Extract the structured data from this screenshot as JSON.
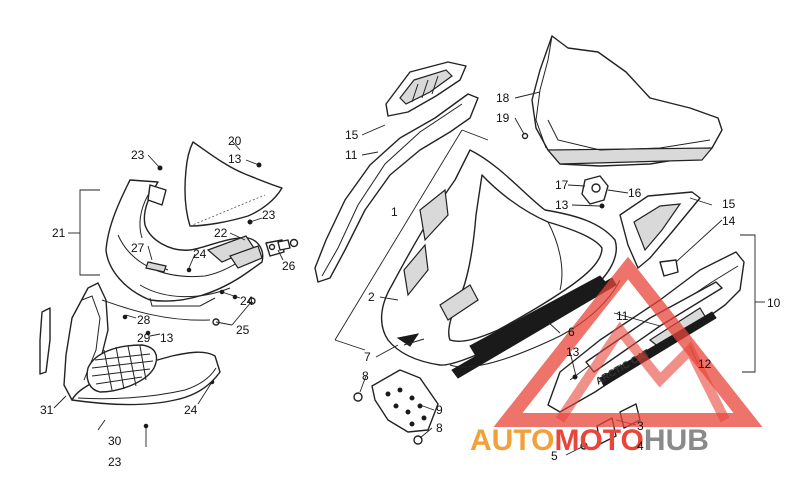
{
  "callouts": [
    {
      "id": "c1",
      "text": "1"
    },
    {
      "id": "c2",
      "text": "2"
    },
    {
      "id": "c3",
      "text": "3"
    },
    {
      "id": "c4",
      "text": "4"
    },
    {
      "id": "c5",
      "text": "5"
    },
    {
      "id": "c6",
      "text": "6"
    },
    {
      "id": "c7",
      "text": "7"
    },
    {
      "id": "c8a",
      "text": "8"
    },
    {
      "id": "c8b",
      "text": "8"
    },
    {
      "id": "c9",
      "text": "9"
    },
    {
      "id": "c10",
      "text": "10"
    },
    {
      "id": "c11a",
      "text": "11"
    },
    {
      "id": "c11b",
      "text": "11"
    },
    {
      "id": "c12",
      "text": "12"
    },
    {
      "id": "c13a",
      "text": "13"
    },
    {
      "id": "c13b",
      "text": "13"
    },
    {
      "id": "c13c",
      "text": "13"
    },
    {
      "id": "c13d",
      "text": "13"
    },
    {
      "id": "c14",
      "text": "14"
    },
    {
      "id": "c15a",
      "text": "15"
    },
    {
      "id": "c15b",
      "text": "15"
    },
    {
      "id": "c16",
      "text": "16"
    },
    {
      "id": "c17",
      "text": "17"
    },
    {
      "id": "c18",
      "text": "18"
    },
    {
      "id": "c19",
      "text": "19"
    },
    {
      "id": "c20",
      "text": "20"
    },
    {
      "id": "c21",
      "text": "21"
    },
    {
      "id": "c22",
      "text": "22"
    },
    {
      "id": "c23a",
      "text": "23"
    },
    {
      "id": "c23b",
      "text": "23"
    },
    {
      "id": "c23c",
      "text": "23"
    },
    {
      "id": "c24a",
      "text": "24"
    },
    {
      "id": "c24b",
      "text": "24"
    },
    {
      "id": "c24c",
      "text": "24"
    },
    {
      "id": "c25",
      "text": "25"
    },
    {
      "id": "c26",
      "text": "26"
    },
    {
      "id": "c27",
      "text": "27"
    },
    {
      "id": "c28",
      "text": "28"
    },
    {
      "id": "c29",
      "text": "29"
    },
    {
      "id": "c30",
      "text": "30"
    },
    {
      "id": "c31",
      "text": "31"
    }
  ],
  "decal_text": "ARCTIC CAT",
  "watermark": {
    "part1": "AUTO",
    "part2": "MOTO",
    "part3": "HUB",
    "color_orange": "#f2a13a",
    "color_red": "#e8463a",
    "color_gray": "#8a8a8a"
  }
}
